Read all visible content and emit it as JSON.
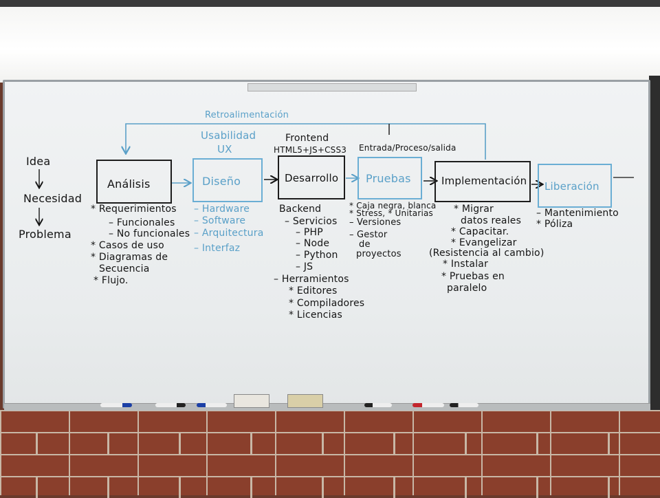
{
  "board": {
    "feedback_label": "Retroalimentación",
    "left_chain": [
      "Idea",
      "Necesidad",
      "Problema"
    ],
    "stages": [
      {
        "label": "Análisis",
        "style": "black"
      },
      {
        "label": "Diseño",
        "style": "blue"
      },
      {
        "label": "Desarrollo",
        "style": "black"
      },
      {
        "label": "Pruebas",
        "style": "blue"
      },
      {
        "label": "Implementación",
        "style": "black"
      },
      {
        "label": "Liberación",
        "style": "blue"
      }
    ],
    "above_diseno": [
      "Usabilidad",
      "UX"
    ],
    "above_desarrollo": [
      "Frontend",
      "HTML5+JS+CSS3"
    ],
    "above_pruebas": "Entrada/Proceso/salida",
    "analisis_notes": [
      "* Requerimientos",
      "– Funcionales",
      "– No funcionales",
      "* Casos de uso",
      "* Diagramas de",
      "Secuencia",
      "* Flujo."
    ],
    "diseno_notes": [
      "– Hardware",
      "– Software",
      "– Arquitectura",
      "– Interfaz"
    ],
    "desarrollo_notes": [
      "Backend",
      "– Servicios",
      "– PHP",
      "– Node",
      "– Python",
      "– JS",
      "– Herramientos",
      "* Editores",
      "* Compiladores",
      "* Licencias"
    ],
    "pruebas_notes": [
      "* Caja negra, blanca",
      "* Stress, * Unitarias",
      "– Versiones",
      "– Gestor",
      "de",
      "proyectos"
    ],
    "implementacion_notes": [
      "* Migrar",
      "datos reales",
      "* Capacitar.",
      "* Evangelizar",
      "(Resistencia al cambio)",
      "* Instalar",
      "* Pruebas en",
      "paralelo"
    ],
    "liberacion_notes": [
      "– Mantenimiento",
      "* Póliza"
    ]
  },
  "colors": {
    "blue_marker": "#5aa0c8",
    "black_marker": "#141414",
    "board": "#eceff0",
    "brick": "#8a3f2c"
  }
}
